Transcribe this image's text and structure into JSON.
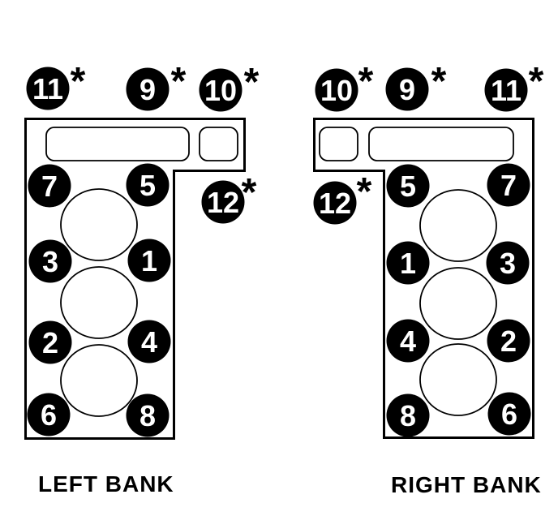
{
  "symbols": {
    "asterisk": "*"
  },
  "colors": {
    "background": "#ffffff",
    "outline": "#000000",
    "bolt_fill": "#000000",
    "bolt_number": "#ffffff"
  },
  "banks": {
    "left": {
      "label": "LEFT BANK",
      "bolts": [
        {
          "n": "11",
          "starred": true
        },
        {
          "n": "9",
          "starred": true
        },
        {
          "n": "10",
          "starred": true
        },
        {
          "n": "7",
          "starred": false
        },
        {
          "n": "5",
          "starred": false
        },
        {
          "n": "12",
          "starred": true
        },
        {
          "n": "3",
          "starred": false
        },
        {
          "n": "1",
          "starred": false
        },
        {
          "n": "2",
          "starred": false
        },
        {
          "n": "4",
          "starred": false
        },
        {
          "n": "6",
          "starred": false
        },
        {
          "n": "8",
          "starred": false
        }
      ]
    },
    "right": {
      "label": "RIGHT BANK",
      "bolts": [
        {
          "n": "10",
          "starred": true
        },
        {
          "n": "9",
          "starred": true
        },
        {
          "n": "11",
          "starred": true
        },
        {
          "n": "12",
          "starred": true
        },
        {
          "n": "5",
          "starred": false
        },
        {
          "n": "7",
          "starred": false
        },
        {
          "n": "1",
          "starred": false
        },
        {
          "n": "3",
          "starred": false
        },
        {
          "n": "4",
          "starred": false
        },
        {
          "n": "2",
          "starred": false
        },
        {
          "n": "8",
          "starred": false
        },
        {
          "n": "6",
          "starred": false
        }
      ]
    }
  }
}
